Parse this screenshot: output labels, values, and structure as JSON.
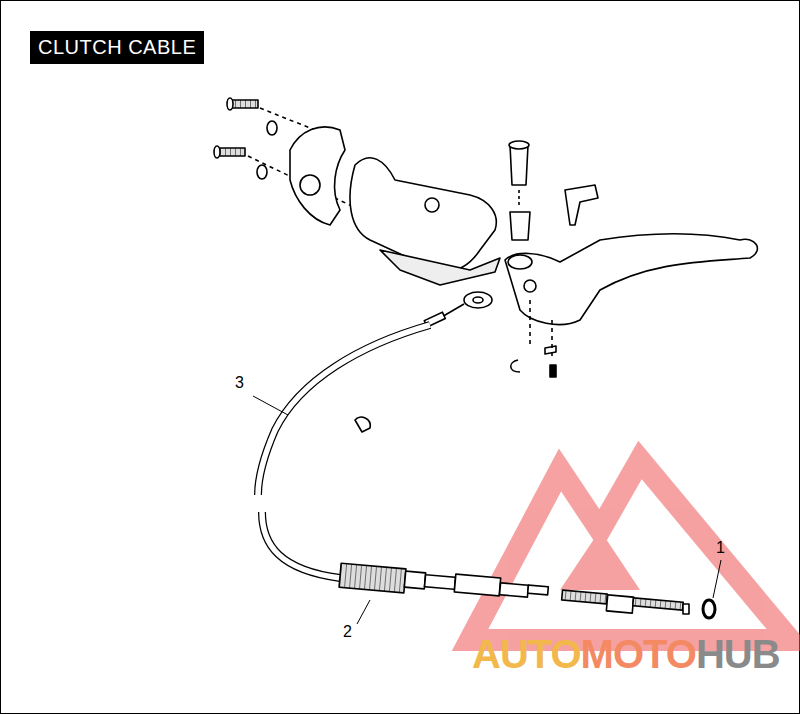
{
  "diagram": {
    "title": "CLUTCH CABLE",
    "labels": [
      "1",
      "2",
      "3",
      "AUTO",
      "MOTO",
      "HUB"
    ]
  }
}
